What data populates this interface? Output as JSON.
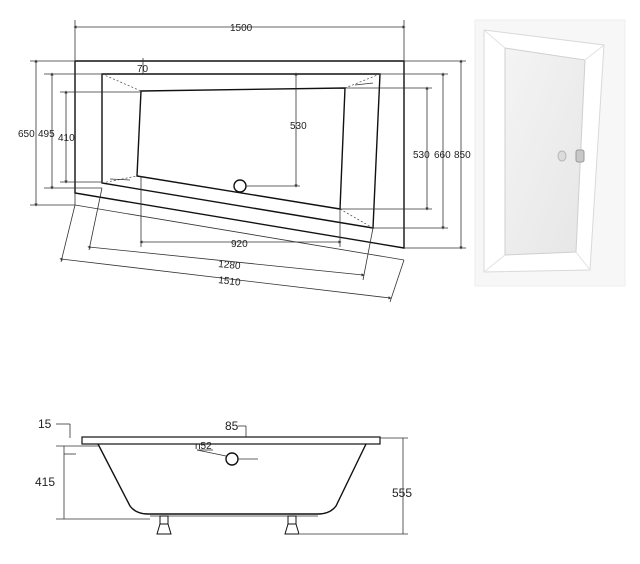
{
  "top_view": {
    "dims": {
      "overall_length": "1500",
      "rim_offset": "70",
      "left_outer": "650",
      "left_mid": "495",
      "left_inner": "410",
      "center_depth": "530",
      "right_inner": "530",
      "right_mid": "660",
      "right_outer": "850",
      "bottom_inner": "920",
      "bottom_mid": "1280",
      "bottom_outer": "1510"
    }
  },
  "side_view": {
    "dims": {
      "rim_thickness": "15",
      "rim_width": "85",
      "drain": "n52",
      "inner_depth": "415",
      "total_height": "555"
    }
  },
  "photo": {
    "alt_icon": "bathtub-photo"
  }
}
